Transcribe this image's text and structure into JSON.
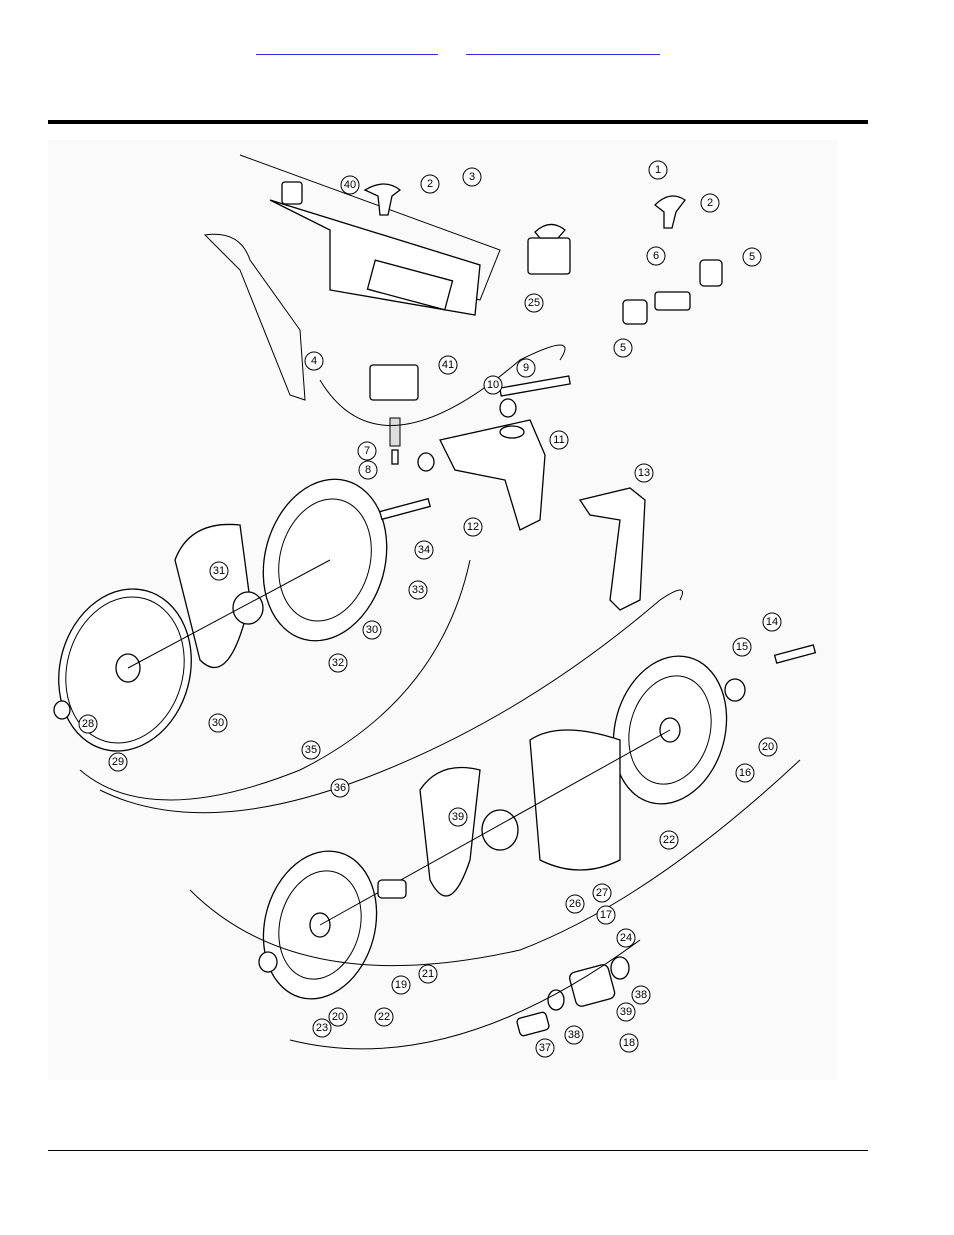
{
  "nav": {
    "link_1": "",
    "link_2": ""
  },
  "callouts": [
    "40",
    "2",
    "3",
    "25",
    "1",
    "2",
    "6",
    "5",
    "5",
    "4",
    "41",
    "9",
    "10",
    "11",
    "7",
    "8",
    "13",
    "12",
    "34",
    "31",
    "33",
    "30",
    "32",
    "30",
    "28",
    "29",
    "35",
    "36",
    "14",
    "15",
    "20",
    "16",
    "22",
    "39",
    "27",
    "17",
    "26",
    "24",
    "19",
    "21",
    "23",
    "20",
    "22",
    "37",
    "38",
    "39",
    "38",
    "18"
  ]
}
